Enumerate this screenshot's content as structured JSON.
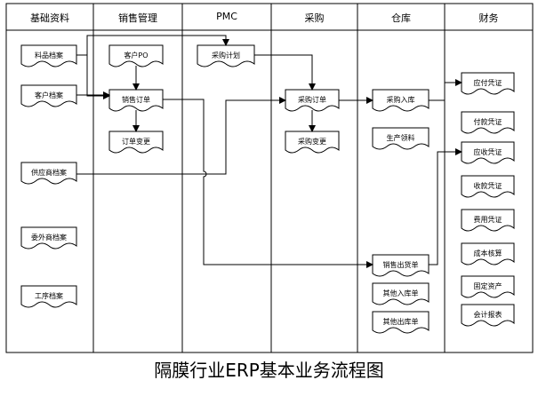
{
  "title": "隔膜行业ERP基本业务流程图",
  "lanes": [
    "基础资料",
    "销售管理",
    "PMC",
    "采购",
    "仓库",
    "财务"
  ],
  "nodes": {
    "item_master": "料品档案",
    "customer_master": "客户档案",
    "supplier_master": "供应商档案",
    "outsourcing_master": "委外商档案",
    "process_master": "工序档案",
    "customer_po": "客户PO",
    "sales_order": "销售订单",
    "order_change": "订单变更",
    "purchase_plan": "采购计划",
    "purchase_order": "采购订单",
    "purchase_change": "采购变更",
    "purchase_receipt": "采购入库",
    "production_issue": "生产领料",
    "sales_delivery": "销售出货单",
    "other_receipt": "其他入库单",
    "other_issue": "其他出库单",
    "payable_voucher": "应付凭证",
    "payment_voucher": "付款凭证",
    "receivable_voucher": "应收凭证",
    "receipt_voucher": "收款凭证",
    "expense_voucher": "费用凭证",
    "cost_accounting": "成本核算",
    "fixed_assets": "固定资产",
    "accounting_reports": "会计报表"
  }
}
